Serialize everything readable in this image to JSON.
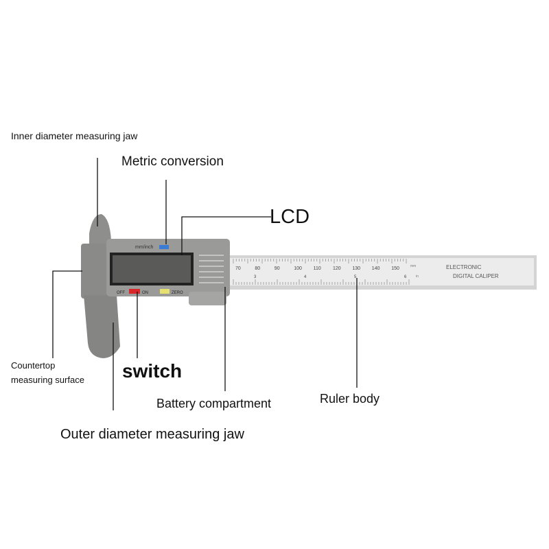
{
  "labels": {
    "inner_jaw": "Inner diameter measuring jaw",
    "metric": "Metric conversion",
    "lcd": "LCD",
    "countertop_line1": "Countertop",
    "countertop_line2": "measuring surface",
    "switch": "switch",
    "battery": "Battery compartment",
    "ruler": "Ruler body",
    "outer_jaw": "Outer diameter measuring jaw"
  },
  "device": {
    "unit_button": "mm/inch",
    "off": "OFF",
    "on": "ON",
    "zero": "ZERO",
    "scale_mm": [
      "70",
      "80",
      "90",
      "100",
      "110",
      "120",
      "130",
      "140",
      "150"
    ],
    "scale_in": [
      "3",
      "4",
      "5",
      "6"
    ],
    "unit_mm": "mm",
    "unit_in": "in",
    "brand_line1": "ELECTRONIC",
    "brand_line2": "DIGITAL CALIPER",
    "colors": {
      "body": "#8e8e8c",
      "ruler": "#dedede",
      "power_button": "#d8262a",
      "zero_button": "#e6e070",
      "unit_button": "#3a7bd5"
    }
  }
}
